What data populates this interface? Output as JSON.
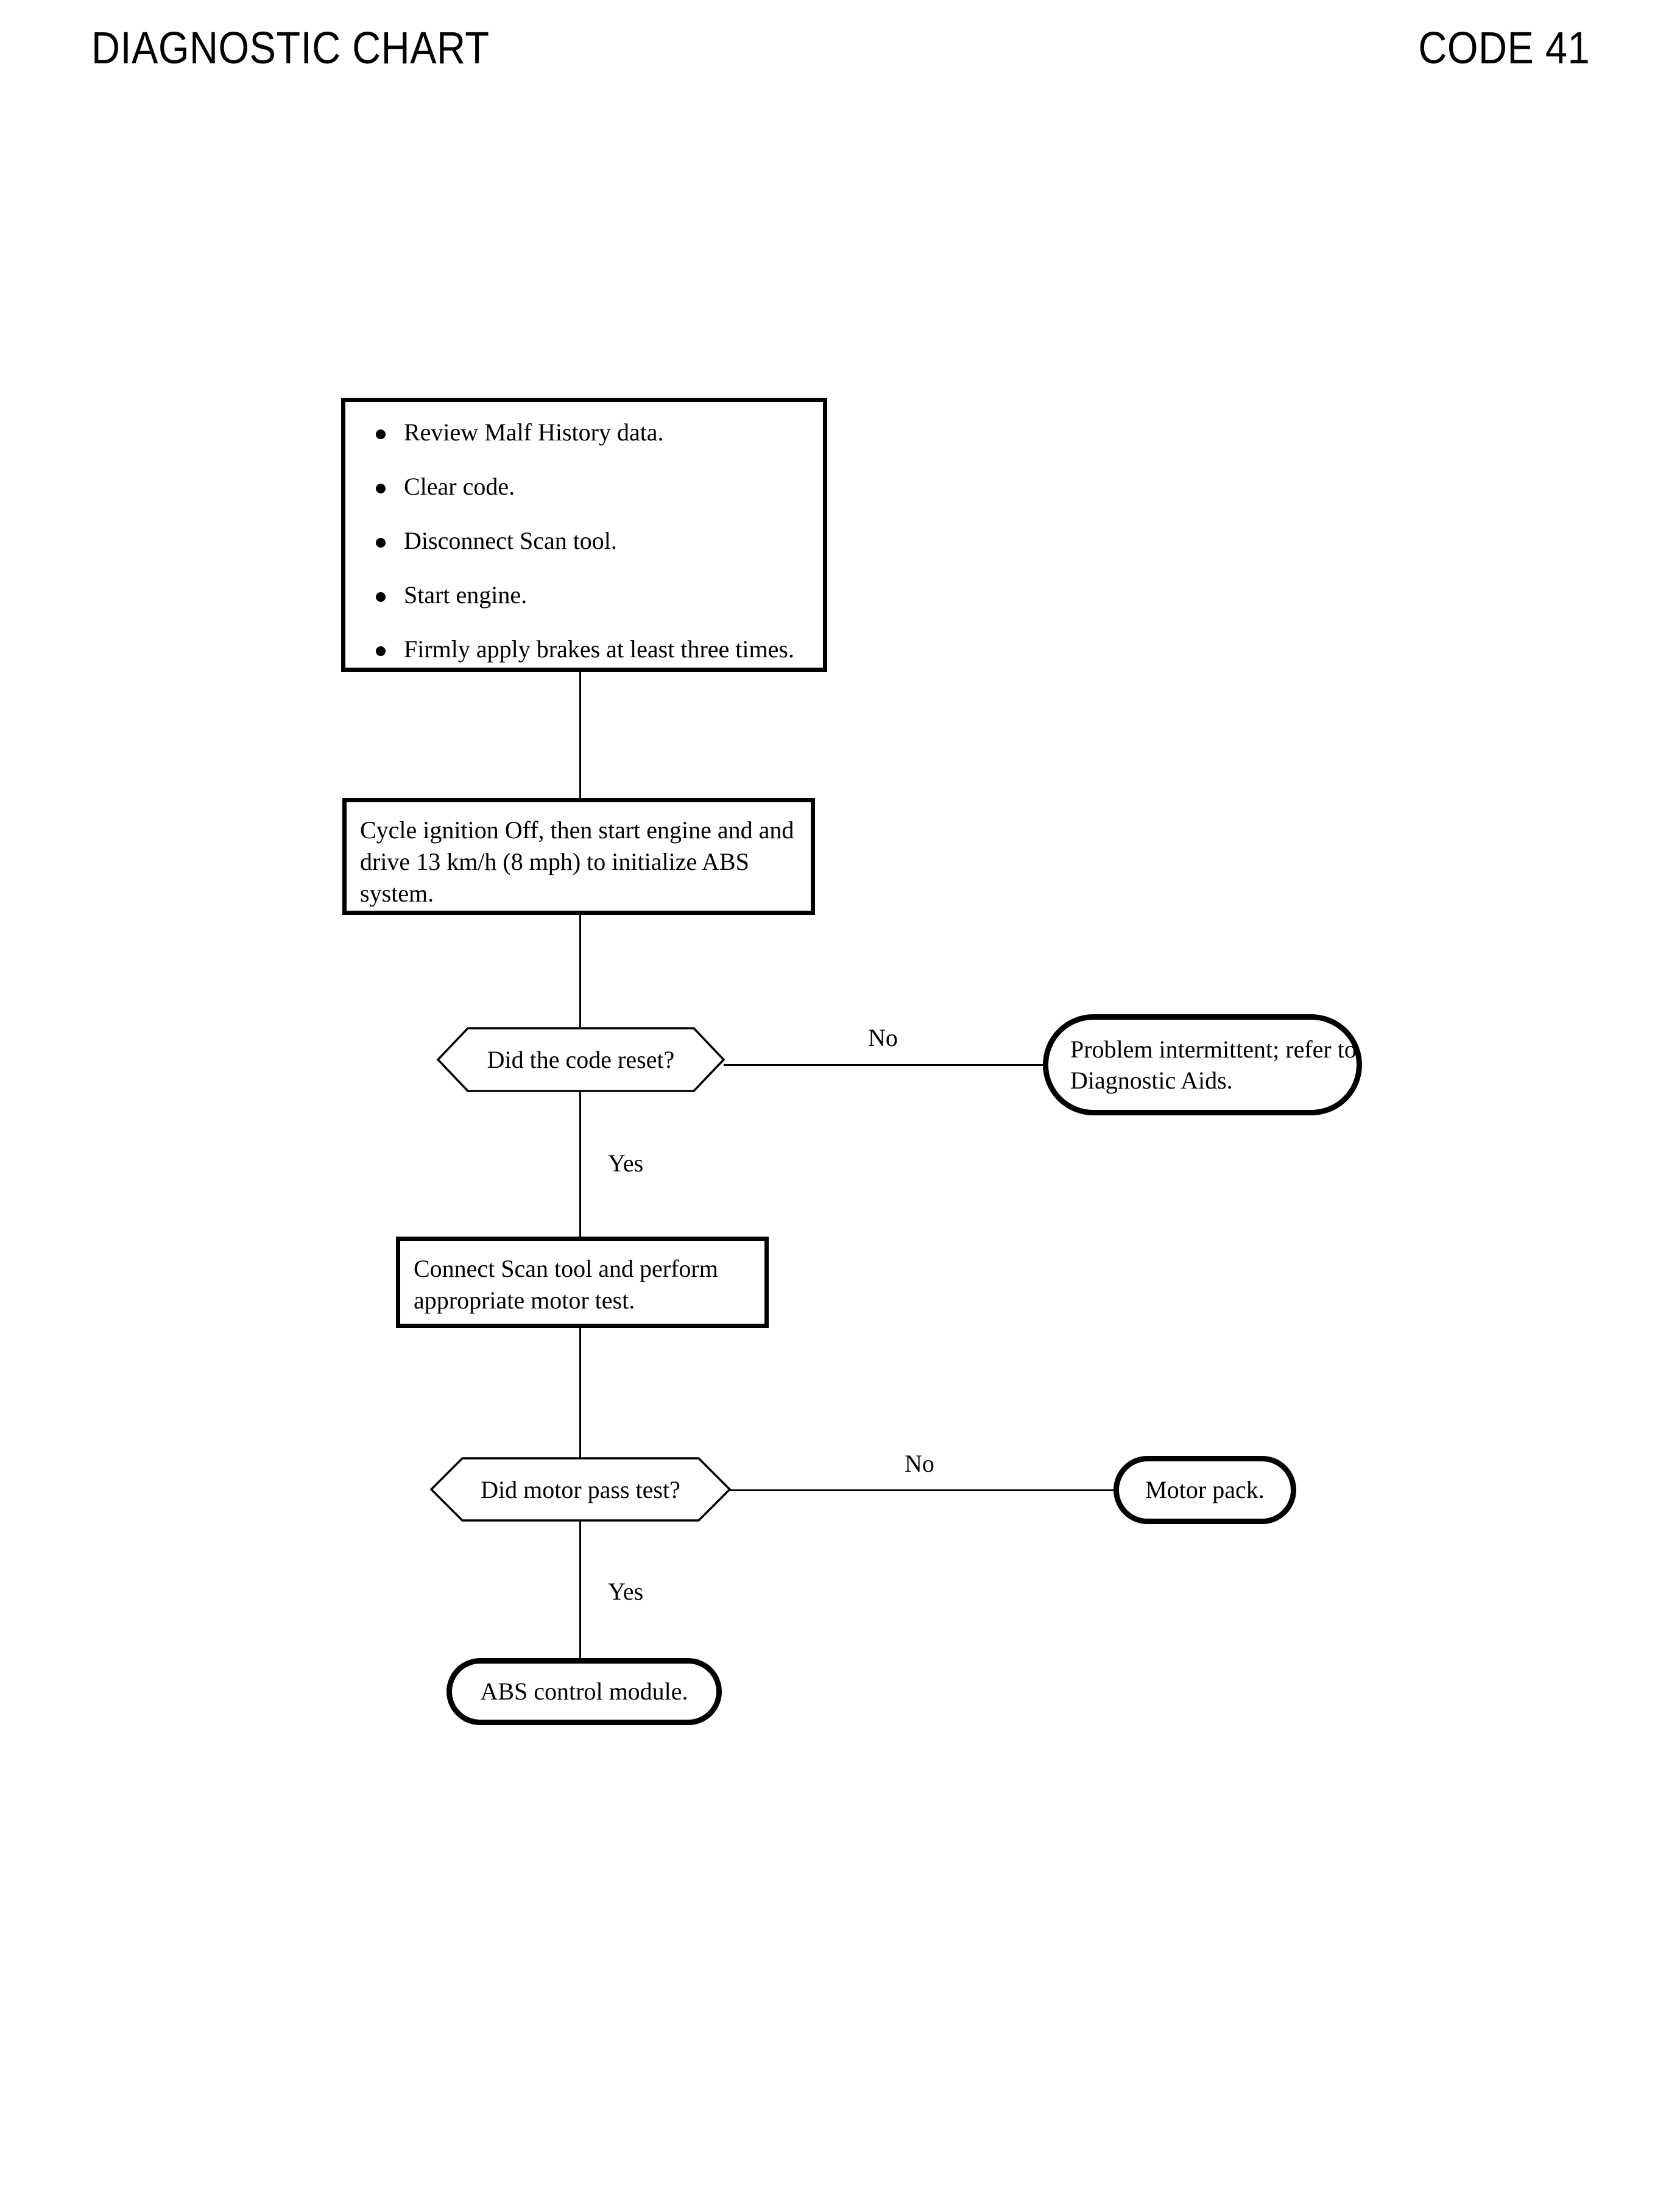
{
  "header": {
    "title": "DIAGNOSTIC CHART",
    "code": "CODE 41"
  },
  "flowchart": {
    "type": "diagnostic-flowchart",
    "steps_box": {
      "shape": "process",
      "bullets": [
        "Review Malf History data.",
        "Clear code.",
        "Disconnect Scan tool.",
        "Start engine.",
        "Firmly apply brakes at least three times."
      ]
    },
    "init_box": {
      "shape": "process",
      "text": "Cycle ignition Off, then start engine and and drive 13 km/h (8 mph) to initialize ABS system."
    },
    "decision_code_reset": {
      "shape": "decision",
      "text": "Did the code reset?",
      "no_label": "No",
      "yes_label": "Yes"
    },
    "terminal_intermittent": {
      "shape": "terminal",
      "text": "Problem intermittent; refer to Diagnostic Aids."
    },
    "scan_box": {
      "shape": "process",
      "text": "Connect Scan tool and perform appropriate motor test."
    },
    "decision_motor_test": {
      "shape": "decision",
      "text": "Did motor pass test?",
      "no_label": "No",
      "yes_label": "Yes"
    },
    "terminal_motor_pack": {
      "shape": "terminal",
      "text": "Motor pack."
    },
    "terminal_abs_module": {
      "shape": "terminal",
      "text": "ABS control module."
    }
  }
}
